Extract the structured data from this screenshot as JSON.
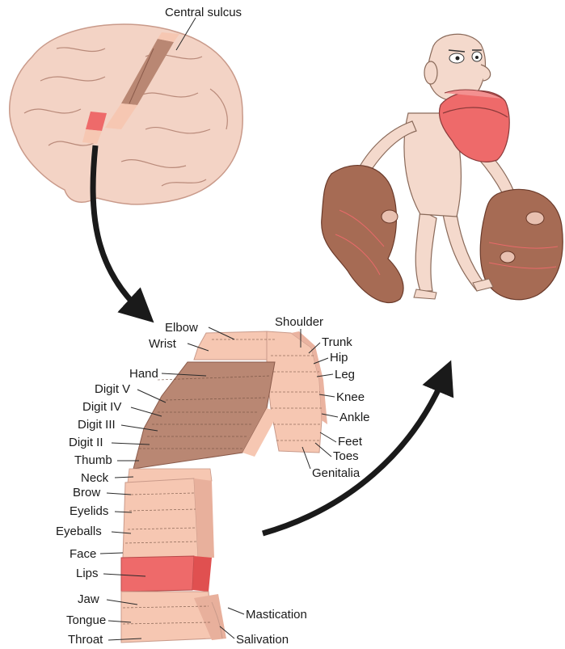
{
  "brain_label": "Central sulcus",
  "labels_left": [
    "Elbow",
    "Wrist",
    "Hand",
    "Digit V",
    "Digit IV",
    "Digit III",
    "Digit II",
    "Thumb",
    "Neck",
    "Brow",
    "Eyelids",
    "Eyeballs",
    "Face",
    "Lips",
    "Jaw",
    "Tongue",
    "Throat"
  ],
  "labels_right": [
    "Shoulder",
    "Trunk",
    "Hip",
    "Leg",
    "Knee",
    "Ankle",
    "Feet",
    "Toes",
    "Genitalia",
    "Mastication",
    "Salivation"
  ],
  "colors": {
    "brain": "#f3d3c5",
    "light_skin": "#f6c7b2",
    "hand_brown": "#b98773",
    "lips_red": "#ee6a6a",
    "homunculus_skin": "#f4d9cc",
    "big_hand": "#a66b54",
    "arrow": "#1a1a1a"
  }
}
